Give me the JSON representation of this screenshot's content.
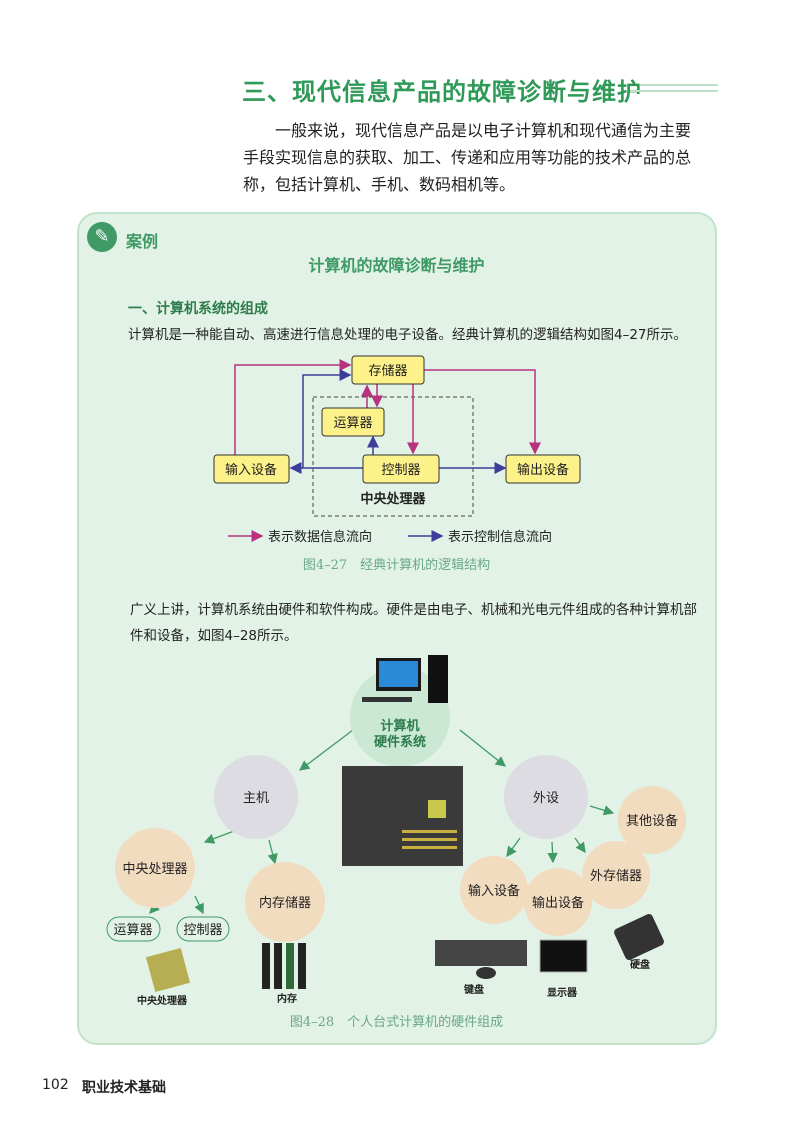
{
  "section_title": "三、现代信息产品的故障诊断与维护",
  "intro": [
    "一般来说，现代信息产品是以电子计算机和现代通信为主要",
    "手段实现信息的获取、加工、传递和应用等功能的技术产品的总",
    "称，包括计算机、手机、数码相机等。"
  ],
  "case": {
    "label": "案例",
    "title": "计算机的故障诊断与维护",
    "heading": "一、计算机系统的组成",
    "p1": "计算机是一种能自动、高速进行信息处理的电子设备。经典计算机的逻辑结构如图4–27所示。",
    "fig27": {
      "memory": "存储器",
      "alu": "运算器",
      "controller": "控制器",
      "input": "输入设备",
      "output": "输出设备",
      "cpu": "中央处理器",
      "legend_data": "表示数据信息流向",
      "legend_control": "表示控制信息流向",
      "caption": "图4–27　经典计算机的逻辑结构",
      "data_color": "#b8337e",
      "control_color": "#3b3f9a"
    },
    "p2": [
      "广义上讲，计算机系统由硬件和软件构成。硬件是由电子、机械和光电元件组成的各种计算机部",
      "件和设备，如图4–28所示。"
    ],
    "fig28": {
      "root1": "计算机",
      "root2": "硬件系统",
      "host": "主机",
      "peripheral": "外设",
      "cpu": "中央处理器",
      "memory": "内存储器",
      "alu": "运算器",
      "controller": "控制器",
      "input": "输入设备",
      "output": "输出设备",
      "ext_storage": "外存储器",
      "other": "其他设备",
      "cpu_img": "中央处理器",
      "ram_img": "内存",
      "keyboard_img": "键盘",
      "monitor_img": "显示器",
      "hdd_img": "硬盘",
      "caption": "图4–28　个人台式计算机的硬件组成"
    }
  },
  "footer": {
    "page": "102",
    "book": "职业技术基础"
  }
}
